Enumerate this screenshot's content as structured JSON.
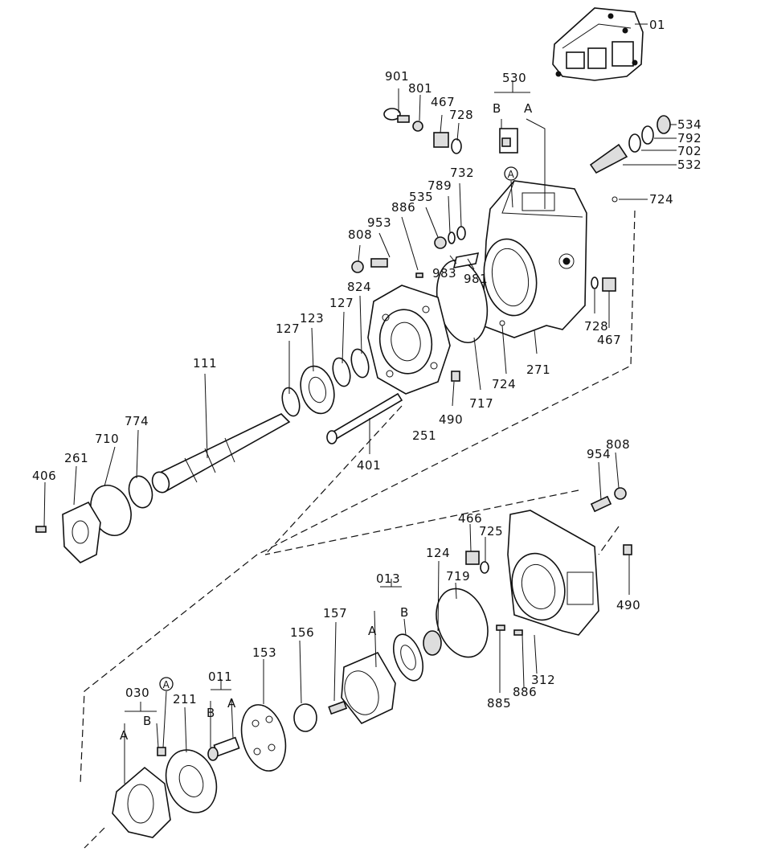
{
  "callouts": [
    {
      "id": "01",
      "text": "01"
    },
    {
      "id": "901",
      "text": "901"
    },
    {
      "id": "801",
      "text": "801"
    },
    {
      "id": "467a",
      "text": "467"
    },
    {
      "id": "728a",
      "text": "728"
    },
    {
      "id": "530",
      "text": "530"
    },
    {
      "id": "530B",
      "text": "B"
    },
    {
      "id": "530A",
      "text": "A"
    },
    {
      "id": "534",
      "text": "534"
    },
    {
      "id": "792",
      "text": "792"
    },
    {
      "id": "702",
      "text": "702"
    },
    {
      "id": "532",
      "text": "532"
    },
    {
      "id": "724a",
      "text": "724"
    },
    {
      "id": "732",
      "text": "732"
    },
    {
      "id": "789",
      "text": "789"
    },
    {
      "id": "535",
      "text": "535"
    },
    {
      "id": "886a",
      "text": "886"
    },
    {
      "id": "953",
      "text": "953"
    },
    {
      "id": "808a",
      "text": "808"
    },
    {
      "id": "983",
      "text": "983"
    },
    {
      "id": "981",
      "text": "981"
    },
    {
      "id": "824",
      "text": "824"
    },
    {
      "id": "127a",
      "text": "127"
    },
    {
      "id": "127b",
      "text": "127"
    },
    {
      "id": "123",
      "text": "123"
    },
    {
      "id": "728b",
      "text": "728"
    },
    {
      "id": "467b",
      "text": "467"
    },
    {
      "id": "111",
      "text": "111"
    },
    {
      "id": "724b",
      "text": "724"
    },
    {
      "id": "271",
      "text": "271"
    },
    {
      "id": "490a",
      "text": "490"
    },
    {
      "id": "717",
      "text": "717"
    },
    {
      "id": "251",
      "text": "251"
    },
    {
      "id": "774",
      "text": "774"
    },
    {
      "id": "710",
      "text": "710"
    },
    {
      "id": "261",
      "text": "261"
    },
    {
      "id": "406",
      "text": "406"
    },
    {
      "id": "401",
      "text": "401"
    },
    {
      "id": "954",
      "text": "954"
    },
    {
      "id": "808b",
      "text": "808"
    },
    {
      "id": "466",
      "text": "466"
    },
    {
      "id": "725",
      "text": "725"
    },
    {
      "id": "124",
      "text": "124"
    },
    {
      "id": "013",
      "text": "013"
    },
    {
      "id": "013A",
      "text": "A"
    },
    {
      "id": "013B",
      "text": "B"
    },
    {
      "id": "719",
      "text": "719"
    },
    {
      "id": "490b",
      "text": "490"
    },
    {
      "id": "157",
      "text": "157"
    },
    {
      "id": "156",
      "text": "156"
    },
    {
      "id": "153",
      "text": "153"
    },
    {
      "id": "312",
      "text": "312"
    },
    {
      "id": "886b",
      "text": "886"
    },
    {
      "id": "885",
      "text": "885"
    },
    {
      "id": "011",
      "text": "011"
    },
    {
      "id": "011B",
      "text": "B"
    },
    {
      "id": "011A",
      "text": "A"
    },
    {
      "id": "030",
      "text": "030"
    },
    {
      "id": "030B",
      "text": "B"
    },
    {
      "id": "030A",
      "text": "A"
    },
    {
      "id": "211",
      "text": "211"
    }
  ],
  "circled_refs": [
    {
      "id": "refA1",
      "text": "A"
    },
    {
      "id": "refA2",
      "text": "A"
    }
  ]
}
